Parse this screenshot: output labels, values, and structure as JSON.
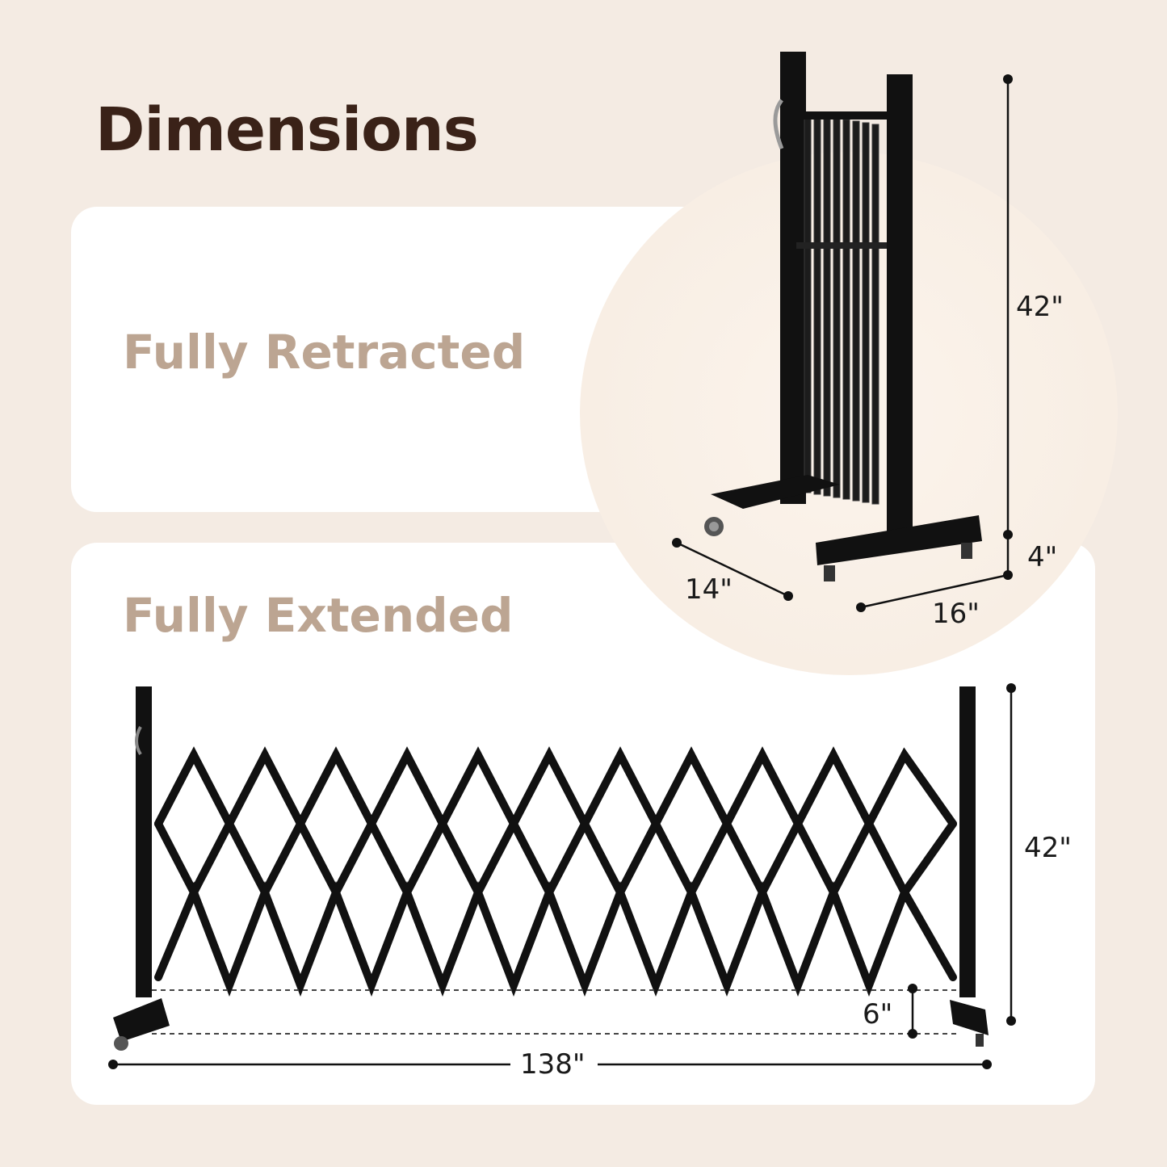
{
  "header": {
    "title": "Dimensions"
  },
  "sections": {
    "retracted": {
      "label": "Fully Retracted"
    },
    "extended": {
      "label": "Fully Extended"
    }
  },
  "dimensions": {
    "retracted_height": "42\"",
    "retracted_base_height": "4\"",
    "retracted_depth": "14\"",
    "retracted_width": "16\"",
    "extended_height": "42\"",
    "extended_clearance": "6\"",
    "extended_length": "138\""
  },
  "colors": {
    "background": "#f4ebe3",
    "card": "#ffffff",
    "title": "#3a2218",
    "subtitle": "#bca592",
    "metal": "#111111"
  }
}
